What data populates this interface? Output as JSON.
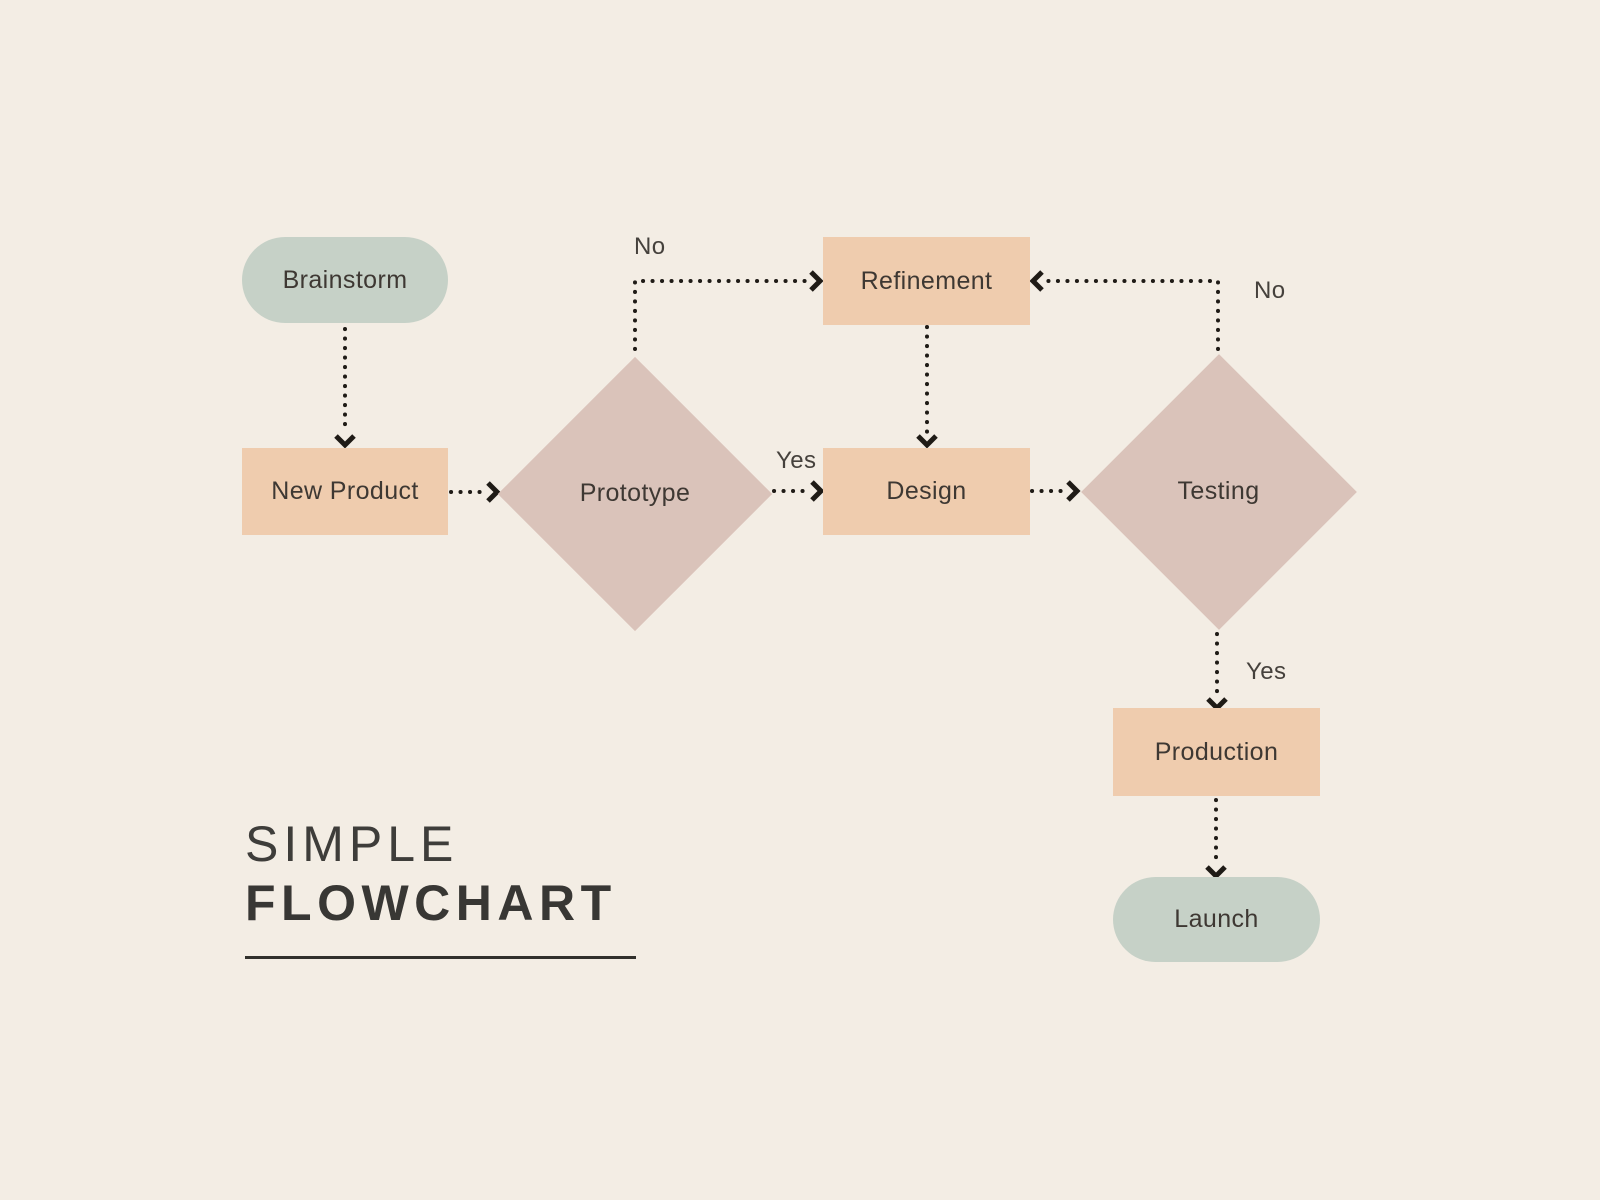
{
  "title": {
    "line1": "SIMPLE",
    "line2": "FLOWCHART"
  },
  "nodes": {
    "brainstorm": {
      "label": "Brainstorm",
      "type": "terminator"
    },
    "new_product": {
      "label": "New Product",
      "type": "process"
    },
    "prototype": {
      "label": "Prototype",
      "type": "decision"
    },
    "refinement": {
      "label": "Refinement",
      "type": "process"
    },
    "design": {
      "label": "Design",
      "type": "process"
    },
    "testing": {
      "label": "Testing",
      "type": "decision"
    },
    "production": {
      "label": "Production",
      "type": "process"
    },
    "launch": {
      "label": "Launch",
      "type": "terminator"
    }
  },
  "edges": [
    {
      "from": "brainstorm",
      "to": "new_product",
      "label": ""
    },
    {
      "from": "new_product",
      "to": "prototype",
      "label": ""
    },
    {
      "from": "prototype",
      "to": "refinement",
      "label": "No"
    },
    {
      "from": "prototype",
      "to": "design",
      "label": "Yes"
    },
    {
      "from": "refinement",
      "to": "design",
      "label": ""
    },
    {
      "from": "design",
      "to": "testing",
      "label": ""
    },
    {
      "from": "testing",
      "to": "refinement",
      "label": "No"
    },
    {
      "from": "testing",
      "to": "production",
      "label": "Yes"
    },
    {
      "from": "production",
      "to": "launch",
      "label": ""
    }
  ],
  "colors": {
    "background": "#f3ede4",
    "terminator": "#c6d1c7",
    "process": "#efccae",
    "decision": "#dac3ba",
    "node_text": "#3e3833",
    "edge_label_text": "#45413c",
    "arrow": "#1f1b16",
    "title_light": "#3e3d3a",
    "title_bold": "#383734",
    "underline": "#31302c"
  }
}
